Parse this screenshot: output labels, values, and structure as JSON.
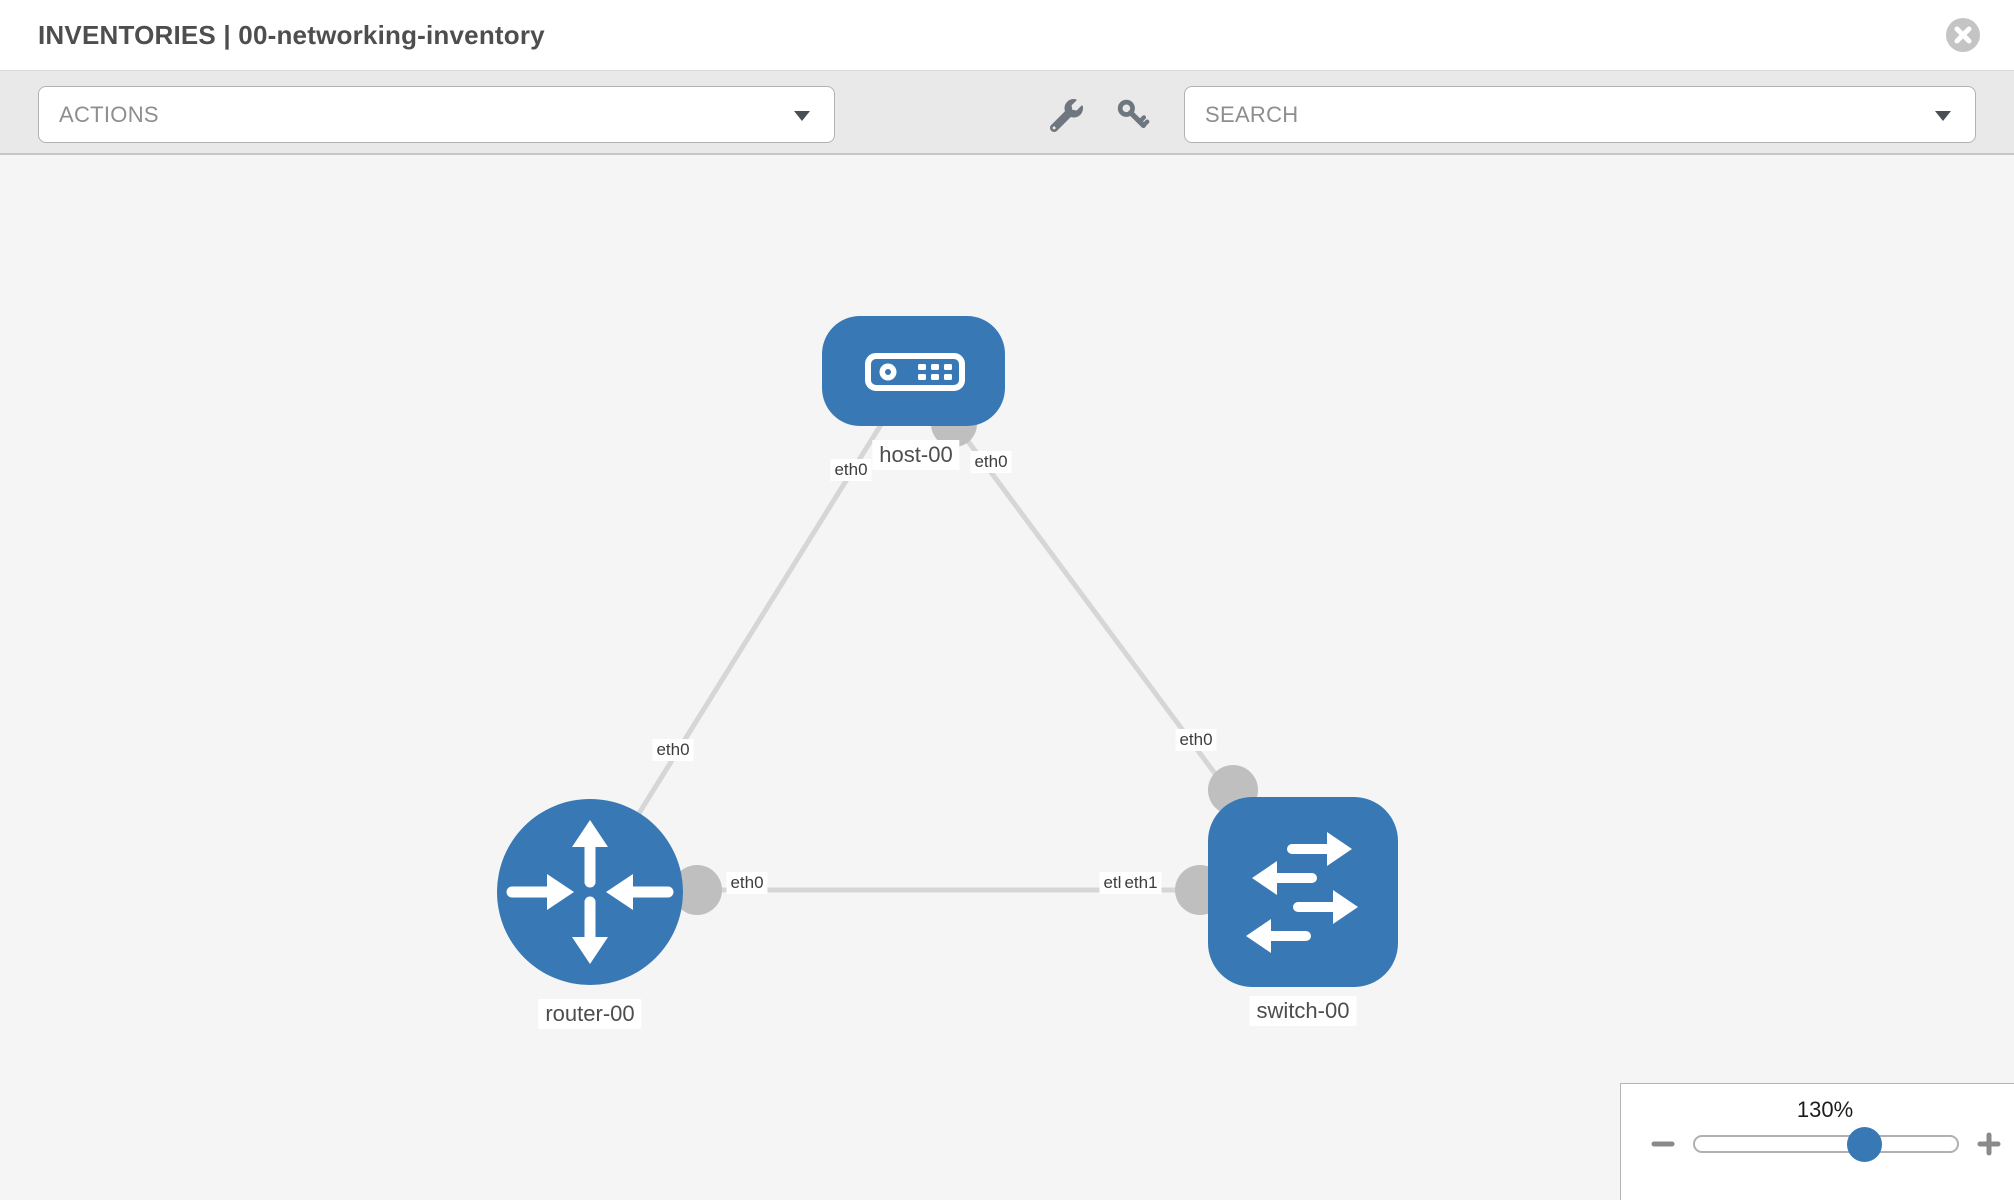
{
  "header": {
    "title": "INVENTORIES | 00-networking-inventory"
  },
  "toolbar": {
    "actions_label": "ACTIONS",
    "search_label": "SEARCH",
    "icon_names": [
      "wrench-icon",
      "key-icon"
    ]
  },
  "topology": {
    "nodes": [
      {
        "id": "host-00",
        "type": "host",
        "label": "host-00"
      },
      {
        "id": "router-00",
        "type": "router",
        "label": "router-00"
      },
      {
        "id": "switch-00",
        "type": "switch",
        "label": "switch-00"
      }
    ],
    "links": [
      {
        "from": "host-00",
        "from_interface": "eth0",
        "to": "router-00",
        "to_interface": "eth0"
      },
      {
        "from": "host-00",
        "from_interface": "eth0",
        "to": "switch-00",
        "to_interface": "eth0"
      },
      {
        "from": "router-00",
        "from_interface": "eth0",
        "to": "switch-00",
        "to_interface": "eth1"
      }
    ],
    "labels": {
      "host": "host-00",
      "router": "router-00",
      "switch": "switch-00",
      "eth_host_left": "eth0",
      "eth_host_right": "eth0",
      "eth_router_top": "eth0",
      "eth_switch_top": "eth0",
      "eth_router_right": "eth0",
      "eth_switch_left_under": "eth0",
      "eth_switch_left_over": "eth1"
    }
  },
  "zoom_control": {
    "level": "130%"
  },
  "colors": {
    "node_blue": "#3879b5",
    "link_gray": "#d6d6d6",
    "endpoint_gray": "#bfbfbf",
    "toolbar_icon_gray": "#6e7680"
  }
}
